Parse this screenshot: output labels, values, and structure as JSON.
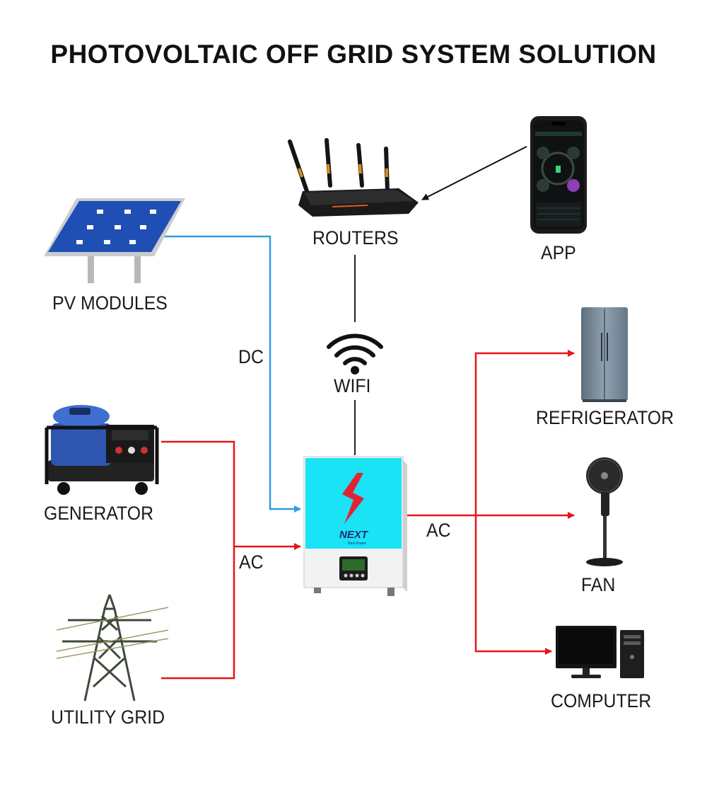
{
  "title": "PHOTOVOLTAIC OFF GRID SYSTEM SOLUTION",
  "nodes": {
    "pv": "PV MODULES",
    "generator": "GENERATOR",
    "utility": "UTILITY GRID",
    "routers": "ROUTERS",
    "app": "APP",
    "wifi": "WIFI",
    "refrigerator": "REFRIGERATOR",
    "fan": "FAN",
    "computer": "COMPUTER"
  },
  "edges": {
    "dc": "DC",
    "ac_in": "AC",
    "ac_out": "AC"
  },
  "inverter": {
    "brand": "NEXT",
    "tagline": "Next Power"
  },
  "colors": {
    "dc_line": "#2f9be0",
    "ac_line": "#e8141c",
    "inverter_front": "#19e3f5",
    "text": "#1a1a1a"
  }
}
